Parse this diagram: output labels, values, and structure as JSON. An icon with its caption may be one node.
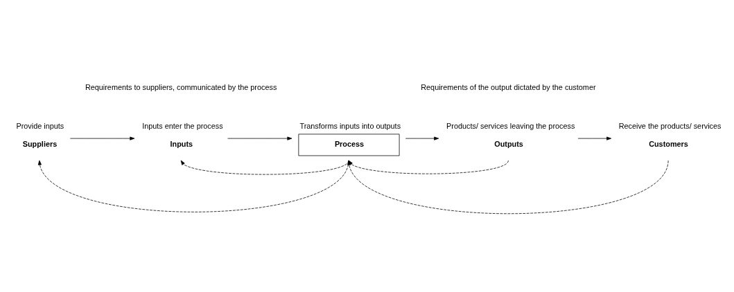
{
  "diagram": {
    "nodes": [
      {
        "text": [
          "Suppliers"
        ],
        "beside": [
          "Provide inputs"
        ]
      },
      {
        "text": [
          "Inputs"
        ],
        "beside": [
          "Inputs enter the process"
        ]
      },
      {
        "text": [
          "Process"
        ],
        "beside": [
          "Transforms inputs into outputs"
        ]
      },
      {
        "text": [
          "Outputs"
        ],
        "beside": [
          "Products/ services leaving the process"
        ]
      },
      {
        "text": [
          "Customers"
        ],
        "beside": [
          "Receive the products/ services"
        ]
      }
    ],
    "edges": [
      {
        "from": 0,
        "to": 1,
        "arrow": "to"
      },
      {
        "from": 1,
        "to": 2,
        "arrow": "to"
      },
      {
        "from": 2,
        "to": 3,
        "arrow": "to"
      },
      {
        "from": 3,
        "to": 4,
        "arrow": "to"
      },
      {
        "from": 2,
        "to": 0,
        "arrow": "to",
        "style": "dashed"
      },
      {
        "from": 2,
        "to": 1,
        "arrow": "to",
        "style": "dashed"
      },
      {
        "from": 3,
        "to": 2,
        "arrow": "to",
        "style": "dashed"
      },
      {
        "from": 4,
        "to": 2,
        "arrow": "to",
        "style": "dashed"
      }
    ],
    "labels": [
      "Requirements to suppliers, communicated by the process",
      "Requirements of the output dictated by the customer"
    ]
  }
}
